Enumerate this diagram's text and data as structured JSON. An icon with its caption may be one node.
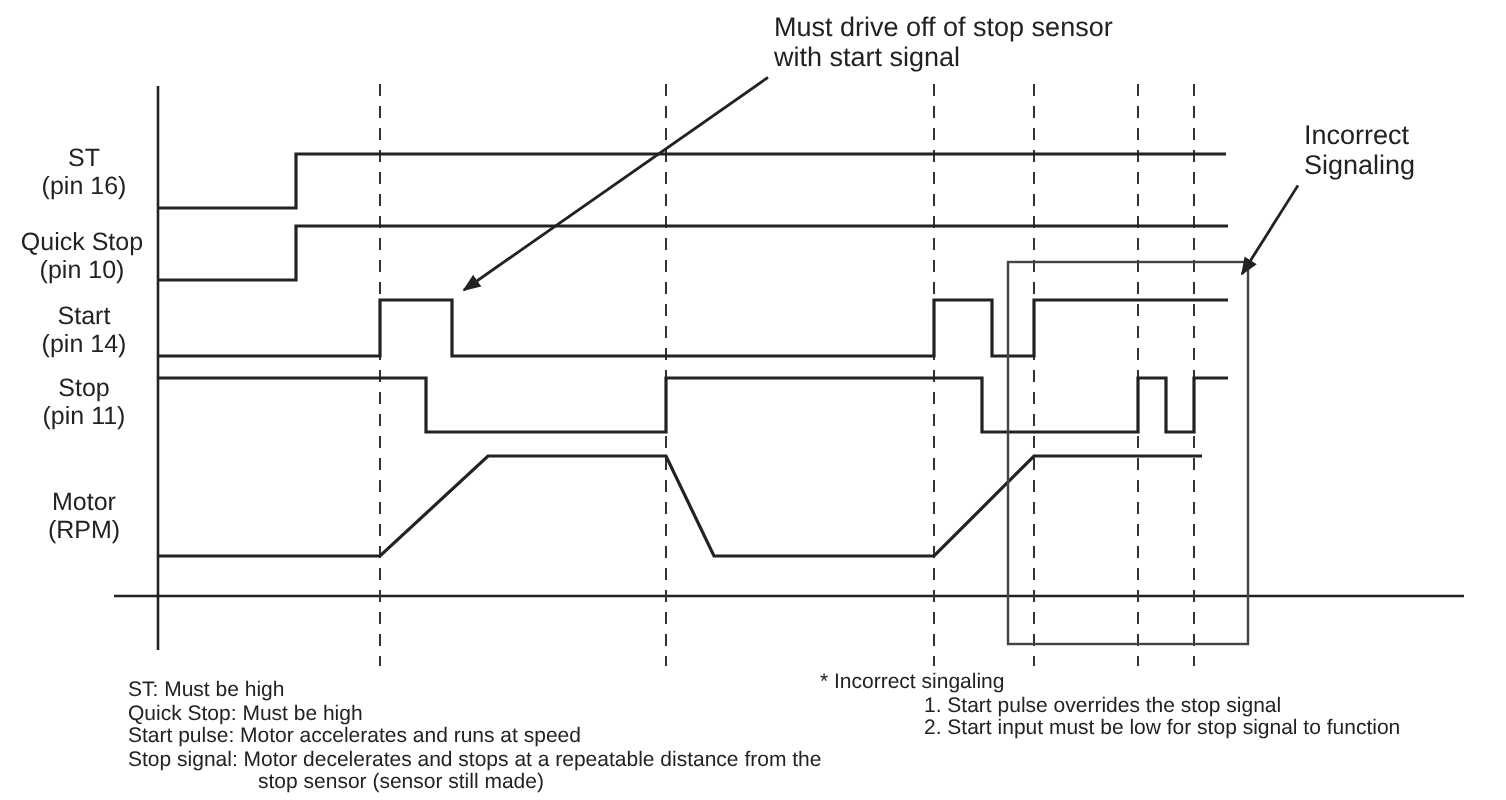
{
  "diagram": {
    "nodes": [
      {
        "text": [
          "Must drive off of stop sensor with start signal"
        ]
      },
      {
        "text": [
          "Incorrect Signaling"
        ]
      },
      {
        "text": [],
        "shape": "box"
      }
    ],
    "edges": [
      {
        "from": 0,
        "to": null,
        "arrow": "to"
      },
      {
        "from": 1,
        "to": 2,
        "arrow": "to"
      }
    ],
    "labels": [
      "ST (pin 16)",
      "Quick Stop (pin 10)",
      "Start (pin 14)",
      "Stop (pin 11)",
      "Motor (RPM)",
      "ST: Must be high",
      "Quick Stop: Must be high",
      "Start pulse: Motor accelerates and runs at speed",
      "Stop signal: Motor decelerates and stops at a repeatable distance from the stop sensor (sensor still made)",
      "* Incorrect singaling",
      "1. Start pulse overrides the stop signal",
      "2. Start input must be low for stop signal to function"
    ]
  }
}
